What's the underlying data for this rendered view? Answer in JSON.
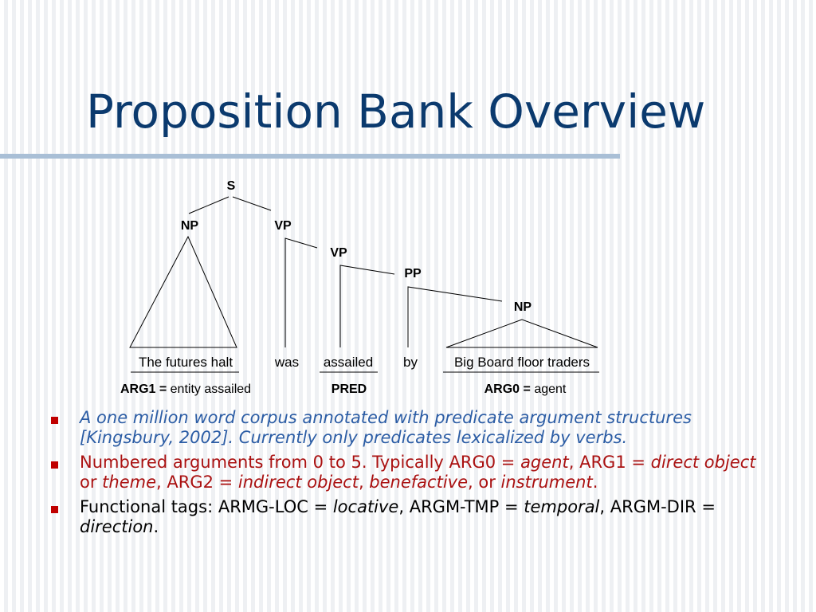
{
  "slide": {
    "title": "Proposition Bank Overview"
  },
  "tree": {
    "nodes": {
      "s": "S",
      "np1": "NP",
      "vp1": "VP",
      "vp2": "VP",
      "pp": "PP",
      "np2": "NP"
    },
    "words": {
      "w1": "The futures halt",
      "w2": "was",
      "w3": "assailed",
      "w4": "by",
      "w5": "Big Board floor traders"
    },
    "roles": {
      "arg1_tag": "ARG1 =",
      "arg1_desc": "entity assailed",
      "pred_tag": "PRED",
      "arg0_tag": "ARG0 =",
      "arg0_desc": "agent"
    }
  },
  "bullets": [
    {
      "text": "A one million word corpus annotated with predicate argument structures [Kingsbury, 2002]. Currently only predicates lexicalized by verbs."
    },
    {
      "parts": [
        "Numbered arguments from 0 to 5. Typically ARG0 = ",
        "agent",
        ", ARG1 = ",
        "direct object",
        " or ",
        "theme",
        ", ARG2 = ",
        "indirect object",
        ", ",
        "benefactive",
        ", or ",
        "instrument",
        "."
      ]
    },
    {
      "parts": [
        "Functional tags: ARMG-LOC = ",
        "locative",
        ", ARGM-TMP = ",
        "temporal",
        ", ARGM-DIR = ",
        "direction",
        "."
      ]
    }
  ],
  "colors": {
    "title": "#0b3a6e",
    "rule": "#a9bfd6",
    "bullet_marker": "#c00000",
    "bullet1": "#2c5da5",
    "bullet2": "#aa1111",
    "bullet3": "#000000"
  }
}
